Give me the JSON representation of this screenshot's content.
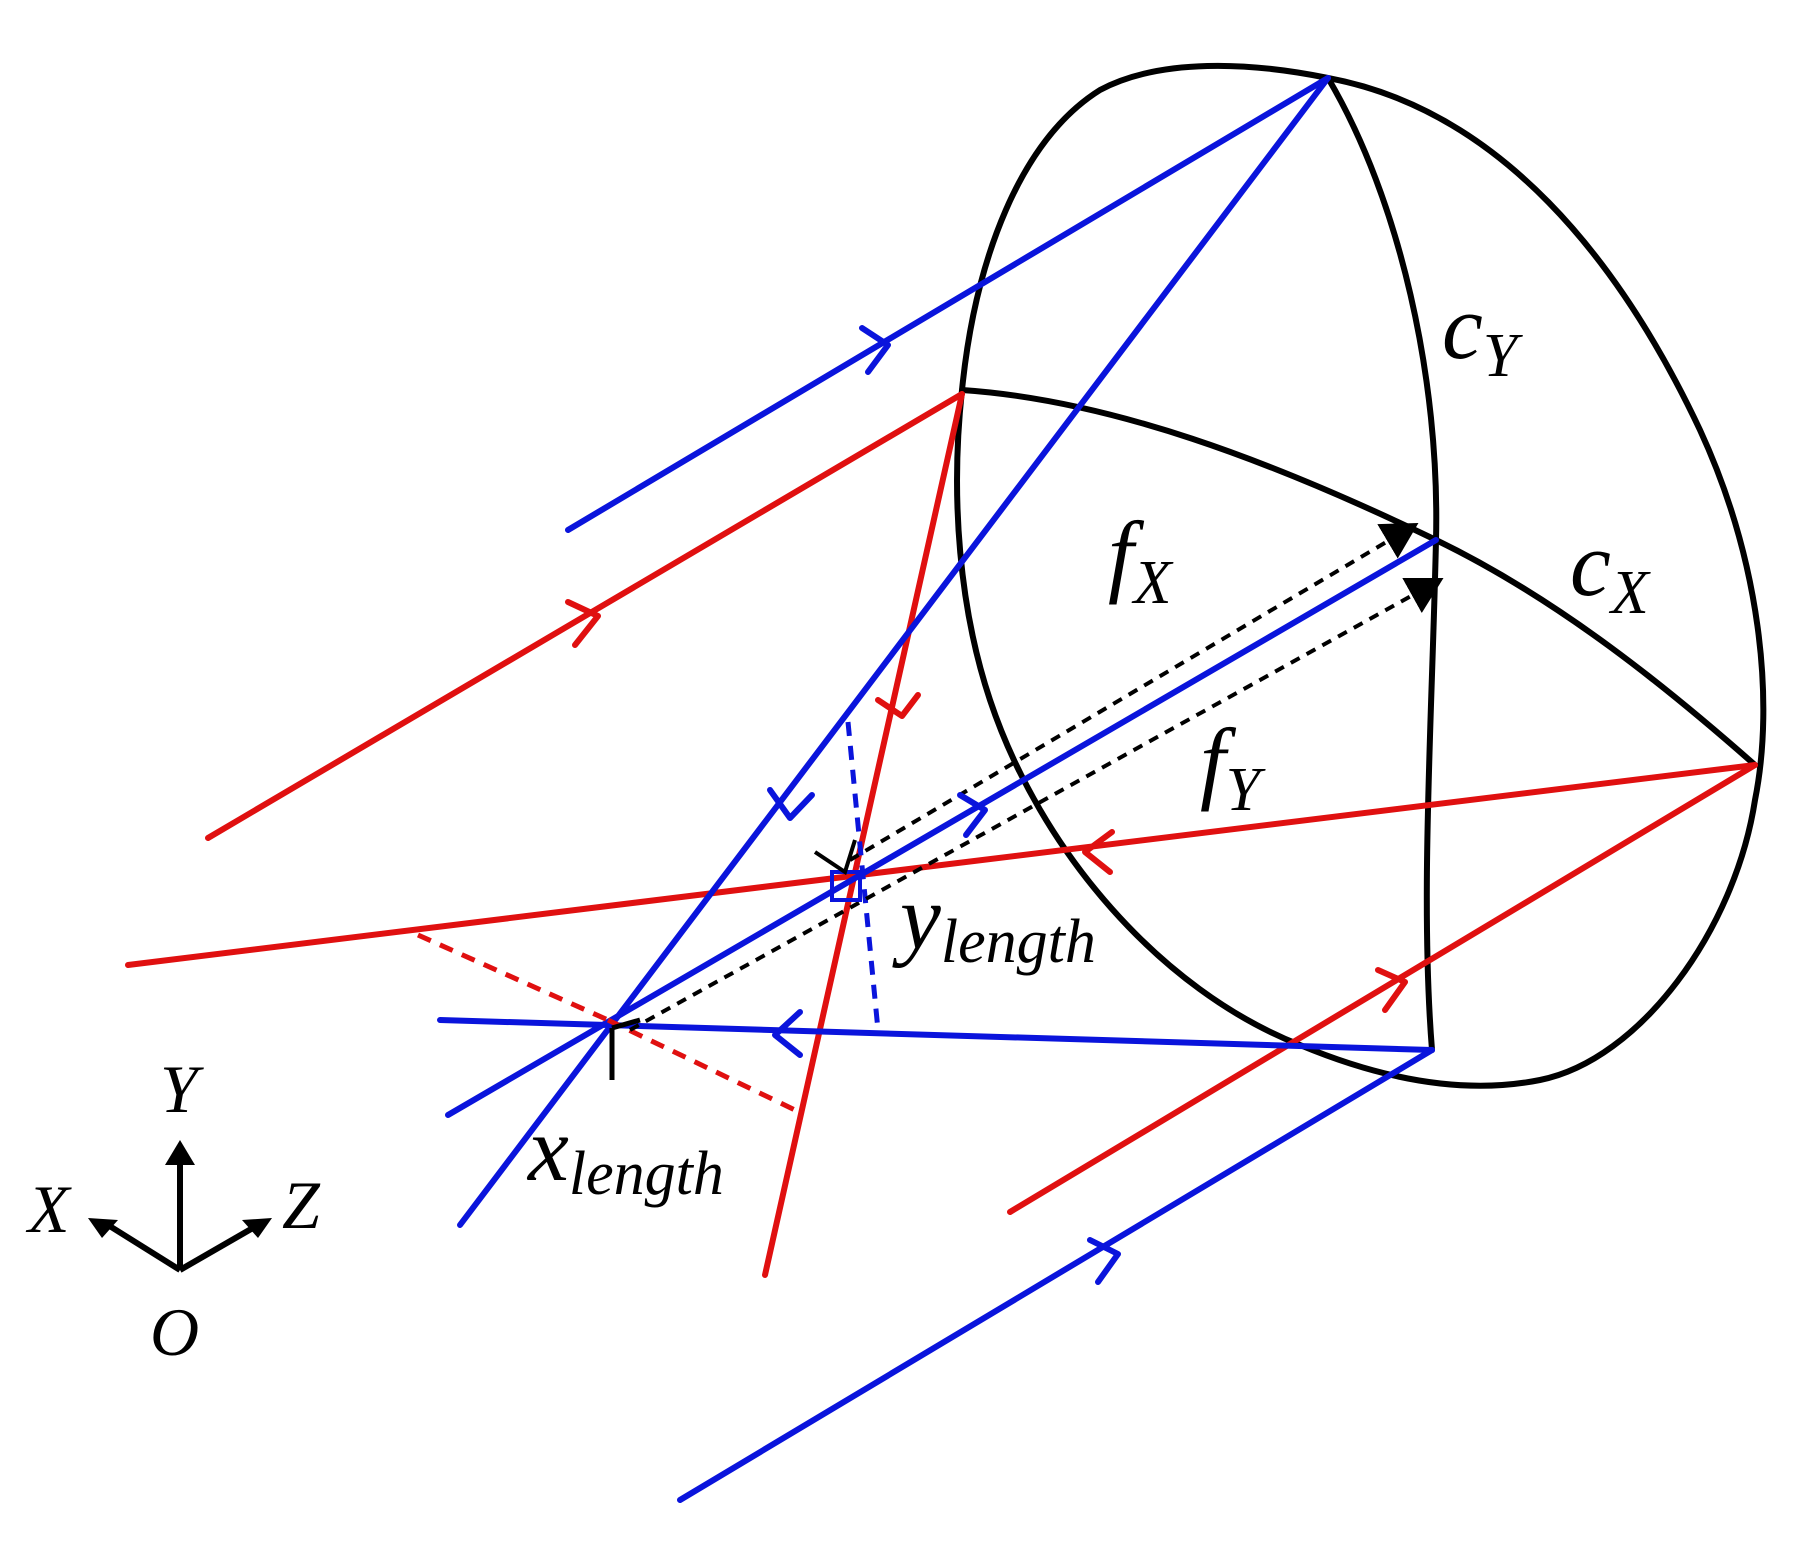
{
  "labels": {
    "cY": {
      "main": "c",
      "sub": "Y"
    },
    "cX": {
      "main": "c",
      "sub": "X"
    },
    "fX": {
      "main": "f",
      "sub": "X"
    },
    "fY": {
      "main": "f",
      "sub": "Y"
    },
    "ylength": {
      "main": "y",
      "sub": "length"
    },
    "xlength": {
      "main": "x",
      "sub": "length"
    }
  },
  "axes": {
    "y": "Y",
    "x": "X",
    "z": "Z",
    "origin": "O"
  },
  "colors": {
    "blue_ray": "#0a14dc",
    "red_ray": "#e01010",
    "outline": "#000000"
  }
}
